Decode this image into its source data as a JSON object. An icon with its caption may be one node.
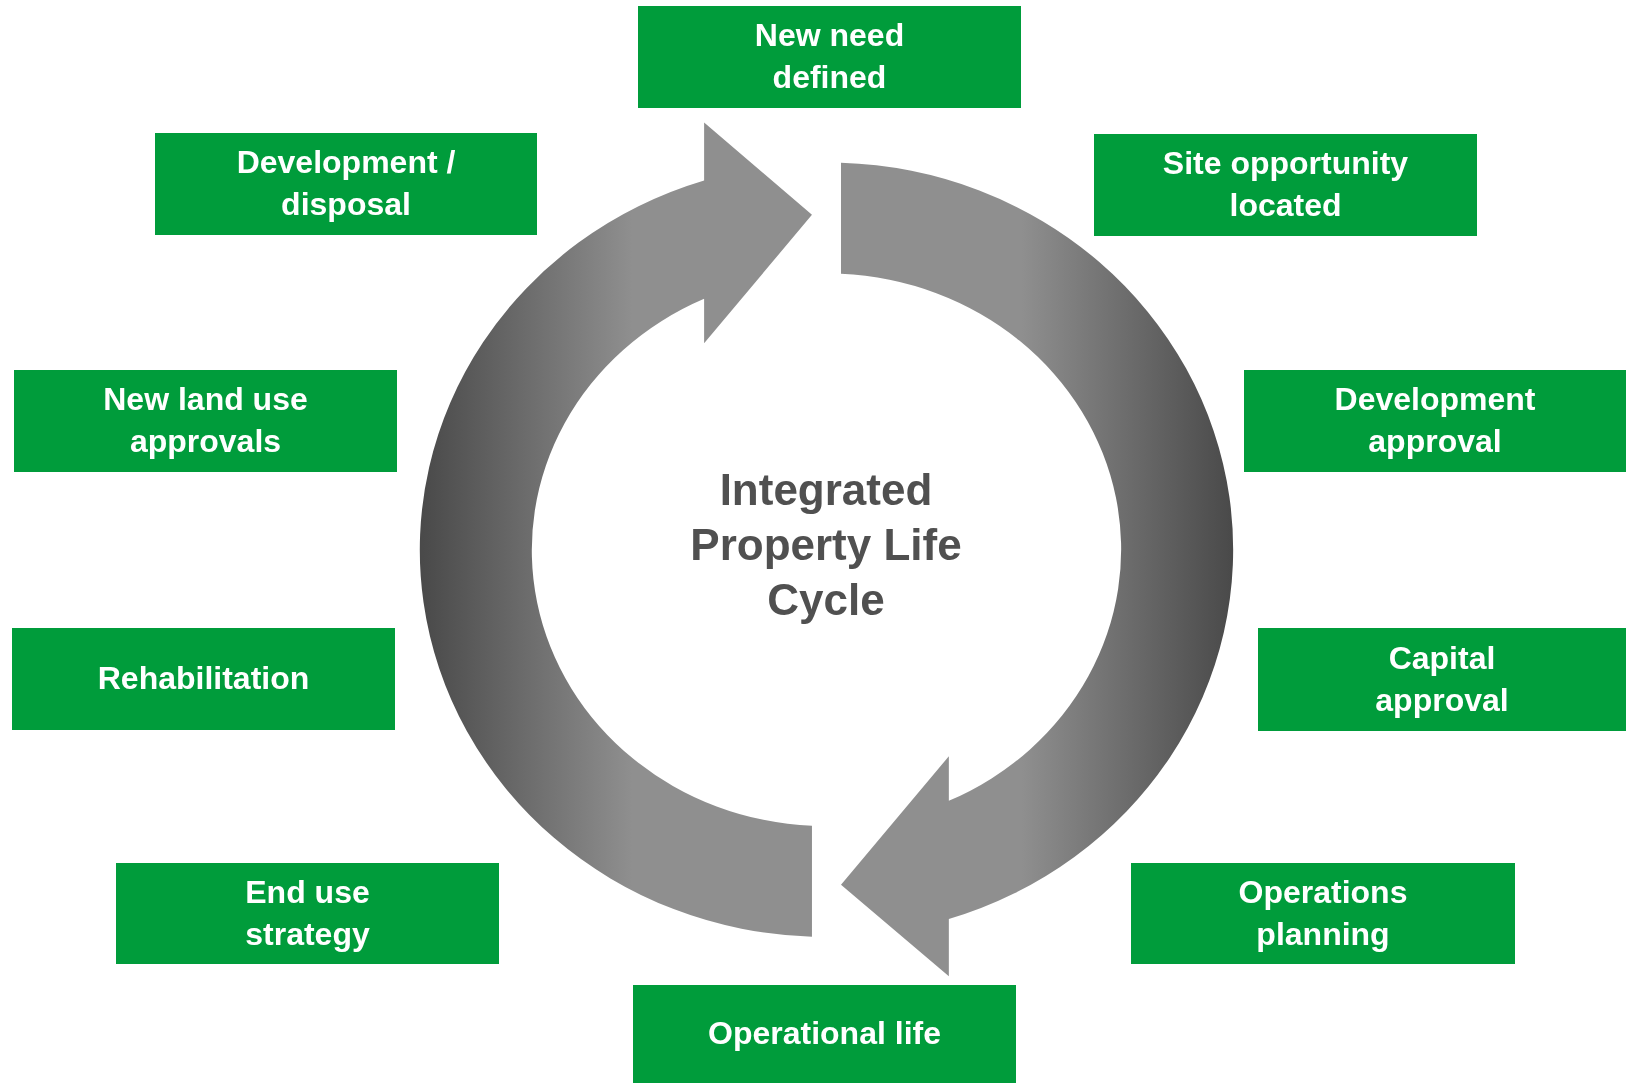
{
  "diagram": {
    "title": "Integrated Property Life Cycle",
    "nodes": [
      {
        "text": [
          "New need defined"
        ]
      },
      {
        "text": [
          "Site opportunity located"
        ]
      },
      {
        "text": [
          "Development approval"
        ]
      },
      {
        "text": [
          "Capital approval"
        ]
      },
      {
        "text": [
          "Operations planning"
        ]
      },
      {
        "text": [
          "Operational life"
        ]
      },
      {
        "text": [
          "End use strategy"
        ]
      },
      {
        "text": [
          "Rehabilitation"
        ]
      },
      {
        "text": [
          "New land use approvals"
        ]
      },
      {
        "text": [
          "Development / disposal"
        ]
      }
    ]
  }
}
